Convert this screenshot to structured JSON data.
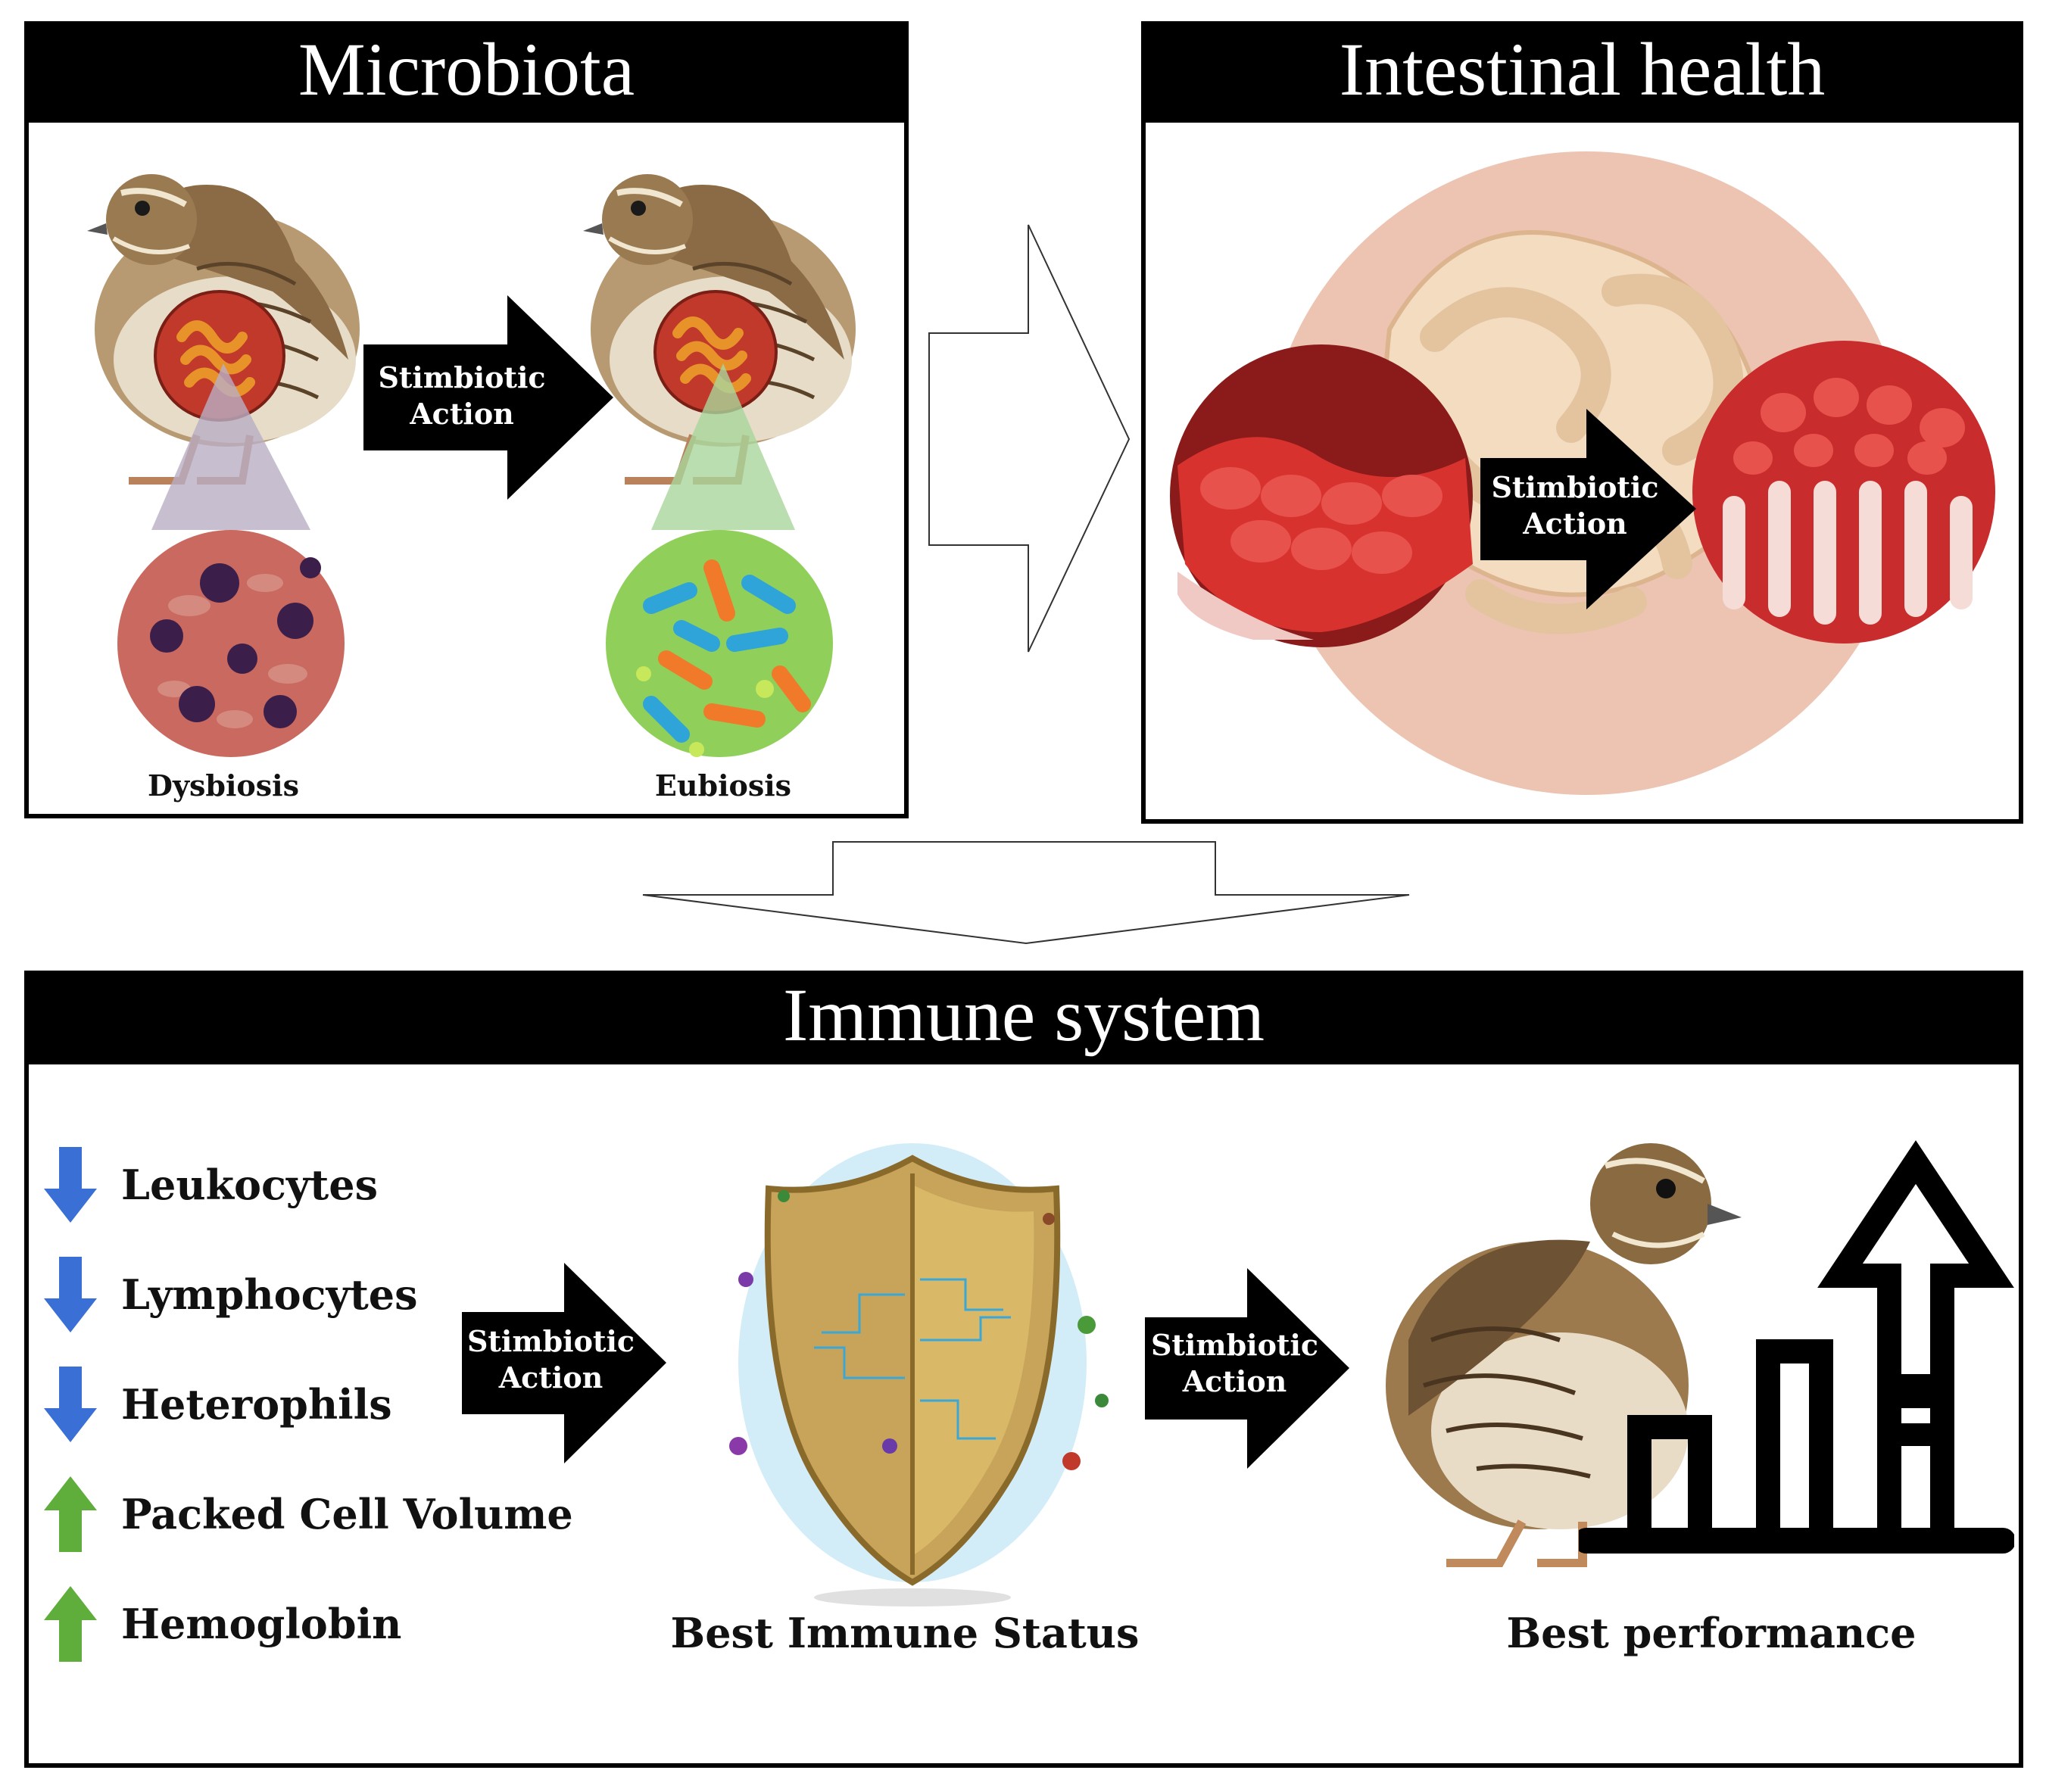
{
  "panels": {
    "microbiota": {
      "title": "Microbiota",
      "left_caption": "Dysbiosis",
      "right_caption": "Eubiosis",
      "action_label_line1": "Stimbiotic",
      "action_label_line2": "Action"
    },
    "intestinal": {
      "title": "Intestinal health",
      "action_label_line1": "Stimbiotic",
      "action_label_line2": "Action"
    },
    "immune": {
      "title": "Immune system",
      "markers": [
        {
          "label": "Leukocytes",
          "direction": "down"
        },
        {
          "label": "Lymphocytes",
          "direction": "down"
        },
        {
          "label": "Heterophils",
          "direction": "down"
        },
        {
          "label": "Packed Cell Volume",
          "direction": "up"
        },
        {
          "label": "Hemoglobin",
          "direction": "up"
        }
      ],
      "action1_line1": "Stimbiotic",
      "action1_line2": "Action",
      "action2_line1": "Stimbiotic",
      "action2_line2": "Action",
      "shield_caption": "Best Immune Status",
      "performance_caption": "Best performance"
    }
  },
  "colors": {
    "down_arrow": "#3a6fd6",
    "up_arrow": "#5fae3c",
    "header_bg": "#000000",
    "header_text": "#ffffff"
  }
}
